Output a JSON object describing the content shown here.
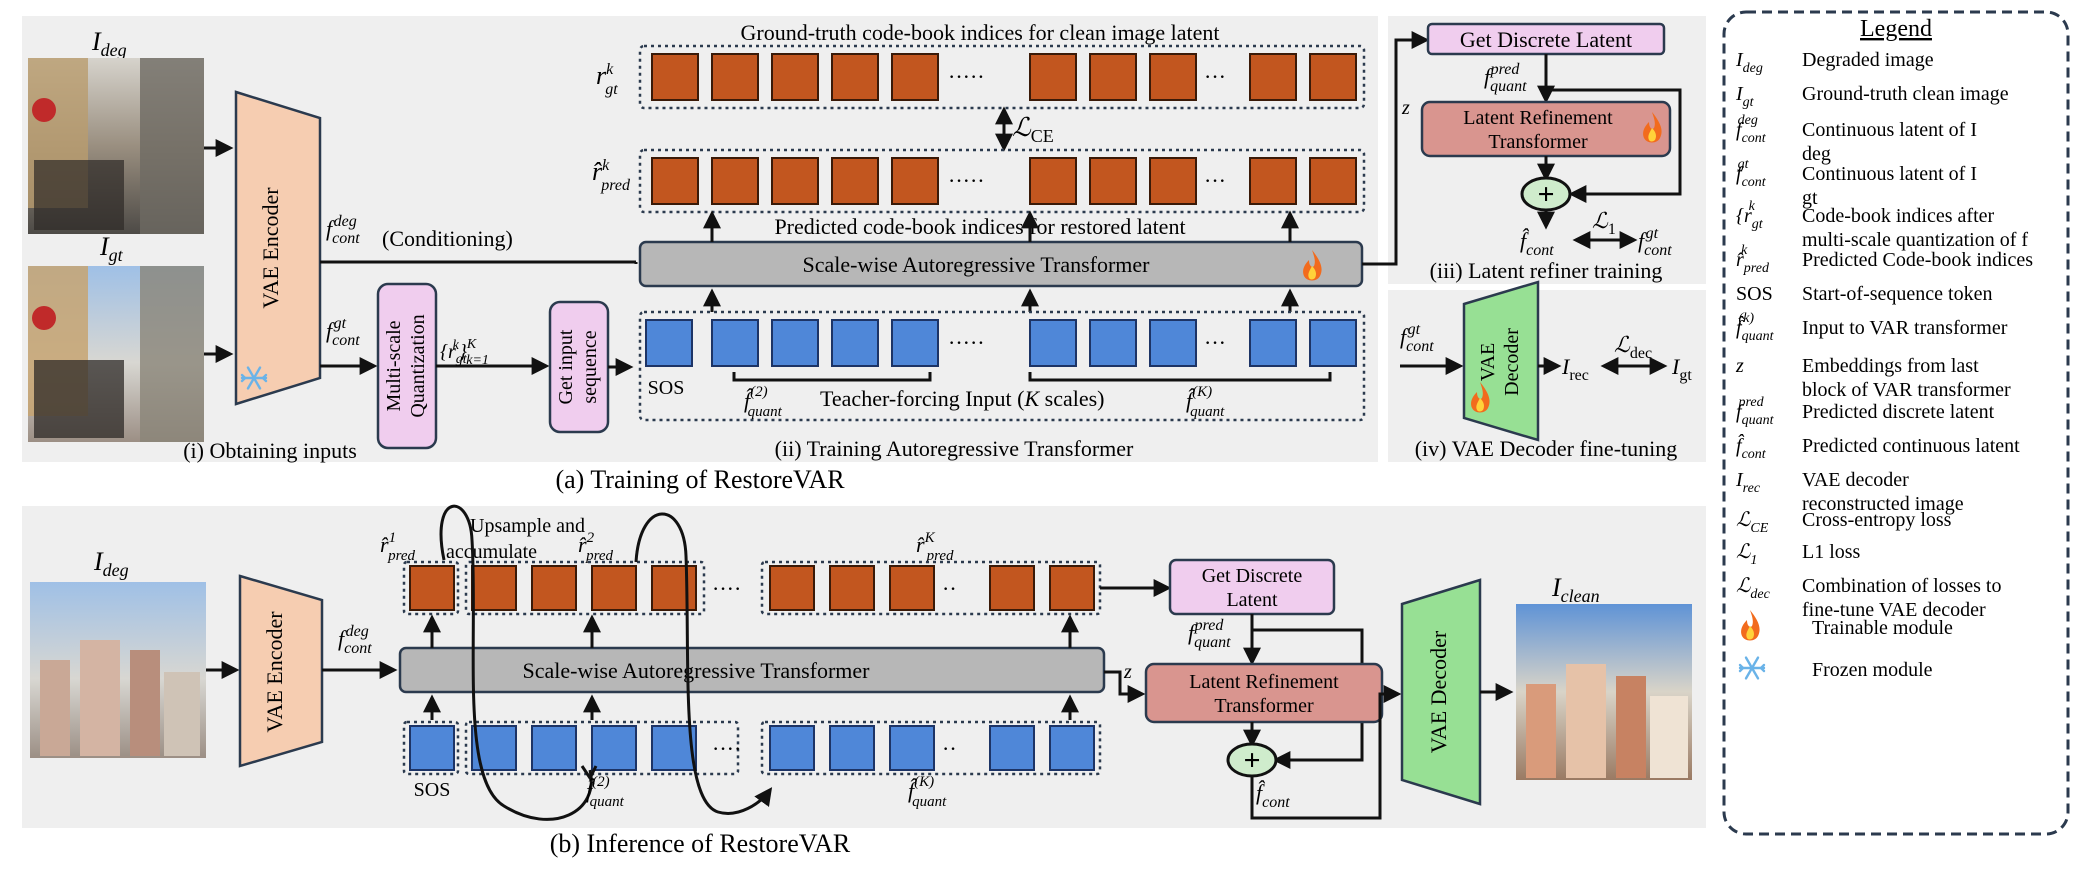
{
  "training": {
    "caption": "(a) Training of RestoreVAR",
    "inputs": {
      "caption": "(i) Obtaining inputs",
      "i_deg": "I",
      "i_deg_sub": "deg",
      "i_gt": "I",
      "i_gt_sub": "gt",
      "encoder": "VAE Encoder",
      "f_deg": "f",
      "f_deg_sub": "cont",
      "f_deg_sup": "deg",
      "conditioning": "(Conditioning)",
      "f_gt": "f",
      "f_gt_sub": "cont",
      "f_gt_sup": "gt",
      "msq": [
        "Multi-scale",
        "Quantization"
      ],
      "r_set": "{r",
      "r_set_sub": "gt",
      "r_set_sup": "k",
      "r_set_end": "}",
      "r_set_range_sup": "K",
      "r_set_range_sub": "k=1",
      "get_input": [
        "Get input",
        "sequence"
      ]
    },
    "ar": {
      "caption": "(ii) Training Autoregressive Transformer",
      "gt_title": "Ground-truth code-book indices for clean image latent",
      "r_gt": "r",
      "r_gt_sup": "k",
      "r_gt_sub": "gt",
      "loss_ce": "ℒ",
      "loss_ce_sub": "CE",
      "r_pred": "r̂",
      "r_pred_sup": "k",
      "r_pred_sub": "pred",
      "pred_title": "Predicted code-book indices for restored latent",
      "transformer": "Scale-wise Autoregressive Transformer",
      "sos": "SOS",
      "fq2": "f̂",
      "fq2_sup": "(2)",
      "fq2_sub": "quant",
      "teacher": "Teacher-forcing Input (",
      "teacher_k": "K",
      "teacher_end": " scales)",
      "fqK": "f̂",
      "fqK_sup": "(K)",
      "fqK_sub": "quant",
      "ellipsis": "·····"
    },
    "refiner": {
      "caption": "(iii) Latent refiner training",
      "get_discrete": "Get Discrete Latent",
      "fpred": "f",
      "fpred_sub": "quant",
      "fpred_sup": "pred",
      "z": "z",
      "lrt": [
        "Latent Refinement",
        "Transformer"
      ],
      "fcont_hat": "f̂",
      "fcont_hat_sub": "cont",
      "l1": "ℒ",
      "l1_sub": "1",
      "fgt": "f",
      "fgt_sub": "cont",
      "fgt_sup": "gt"
    },
    "decoder": {
      "caption": "(iv) VAE Decoder fine-tuning",
      "fgt": "f",
      "fgt_sub": "cont",
      "fgt_sup": "gt",
      "decoder": [
        "VAE",
        "Decoder"
      ],
      "irec": "I",
      "irec_sub": "rec",
      "ldec": "ℒ",
      "ldec_sub": "dec",
      "igt": "I",
      "igt_sub": "gt"
    }
  },
  "inference": {
    "caption": "(b) Inference of RestoreVAR",
    "i_deg": "I",
    "i_deg_sub": "deg",
    "encoder": "VAE Encoder",
    "f_deg": "f",
    "f_deg_sub": "cont",
    "f_deg_sup": "deg",
    "r1": "r̂",
    "r1_sup": "1",
    "r1_sub": "pred",
    "upsample": [
      "Upsample and",
      "accumulate"
    ],
    "r2": "r̂",
    "r2_sup": "2",
    "r2_sub": "pred",
    "rK": "r̂",
    "rK_sup": "K",
    "rK_sub": "pred",
    "transformer": "Scale-wise Autoregressive Transformer",
    "sos": "SOS",
    "fq2": "f̂",
    "fq2_sup": "(2)",
    "fq2_sub": "quant",
    "fqK": "f̂",
    "fqK_sup": "(K)",
    "fqK_sub": "quant",
    "get_discrete": [
      "Get Discrete",
      "Latent"
    ],
    "fpred": "f",
    "fpred_sub": "quant",
    "fpred_sup": "pred",
    "z": "z",
    "lrt": [
      "Latent Refinement",
      "Transformer"
    ],
    "fcont_hat": "f̂",
    "fcont_hat_sub": "cont",
    "decoder": "VAE Decoder",
    "iclean": "I",
    "iclean_sub": "clean",
    "ellipsis": "····"
  },
  "legend": {
    "title": "Legend",
    "items": [
      {
        "sym": "I",
        "sub": "deg",
        "sup": "",
        "desc": [
          "Degraded image"
        ]
      },
      {
        "sym": "I",
        "sub": "gt",
        "sup": "",
        "desc": [
          "Ground-truth clean image"
        ]
      },
      {
        "sym": "f",
        "sub": "cont",
        "sup": "deg",
        "desc": [
          "Continuous latent of I",
          "deg"
        ]
      },
      {
        "sym": "f",
        "sub": "cont",
        "sup": "gt",
        "desc": [
          "Continuous latent of I",
          "gt"
        ]
      },
      {
        "sym": "{r",
        "sub": "gt",
        "sup": "k",
        "desc": [
          "Code-book indices after",
          "multi-scale quantization of f"
        ]
      },
      {
        "sym": "r̂",
        "sub": "pred",
        "sup": "k",
        "desc": [
          "Predicted Code-book indices"
        ]
      },
      {
        "sym": "SOS",
        "sub": "",
        "sup": "",
        "desc": [
          "Start-of-sequence token"
        ]
      },
      {
        "sym": "f̂",
        "sub": "quant",
        "sup": "(k)",
        "desc": [
          "Input to VAR transformer"
        ]
      },
      {
        "sym": "z",
        "sub": "",
        "sup": "",
        "desc": [
          "Embeddings from last",
          "block of VAR transformer"
        ]
      },
      {
        "sym": "f",
        "sub": "quant",
        "sup": "pred",
        "desc": [
          "Predicted discrete latent"
        ]
      },
      {
        "sym": "f̂",
        "sub": "cont",
        "sup": "",
        "desc": [
          "Predicted continuous latent"
        ]
      },
      {
        "sym": "I",
        "sub": "rec",
        "sup": "",
        "desc": [
          "VAE decoder",
          "reconstructed image"
        ]
      },
      {
        "sym": "ℒ",
        "sub": "CE",
        "sup": "",
        "desc": [
          "Cross-entropy loss"
        ]
      },
      {
        "sym": "ℒ",
        "sub": "1",
        "sup": "",
        "desc": [
          "L1 loss"
        ]
      },
      {
        "sym": "ℒ",
        "sub": "dec",
        "sup": "",
        "desc": [
          "Combination of losses to",
          "fine-tune VAE decoder"
        ]
      },
      {
        "sym": "",
        "sub": "",
        "sup": "",
        "desc": [
          "Trainable module"
        ]
      },
      {
        "sym": "",
        "sub": "",
        "sup": "",
        "desc": [
          "Frozen module"
        ]
      }
    ]
  },
  "colors": {
    "encoder": "#f6cdb1",
    "pink": "#f0cdee",
    "red": "#d9958f",
    "gray": "#b7b7b7",
    "green": "#97e094",
    "orange_token": "#c2561f",
    "blue_token": "#4f87d8",
    "panel": "#efefef"
  },
  "icons": {
    "trainable": "flame-icon",
    "frozen": "snowflake-icon",
    "sum": "plus-circle-icon"
  }
}
